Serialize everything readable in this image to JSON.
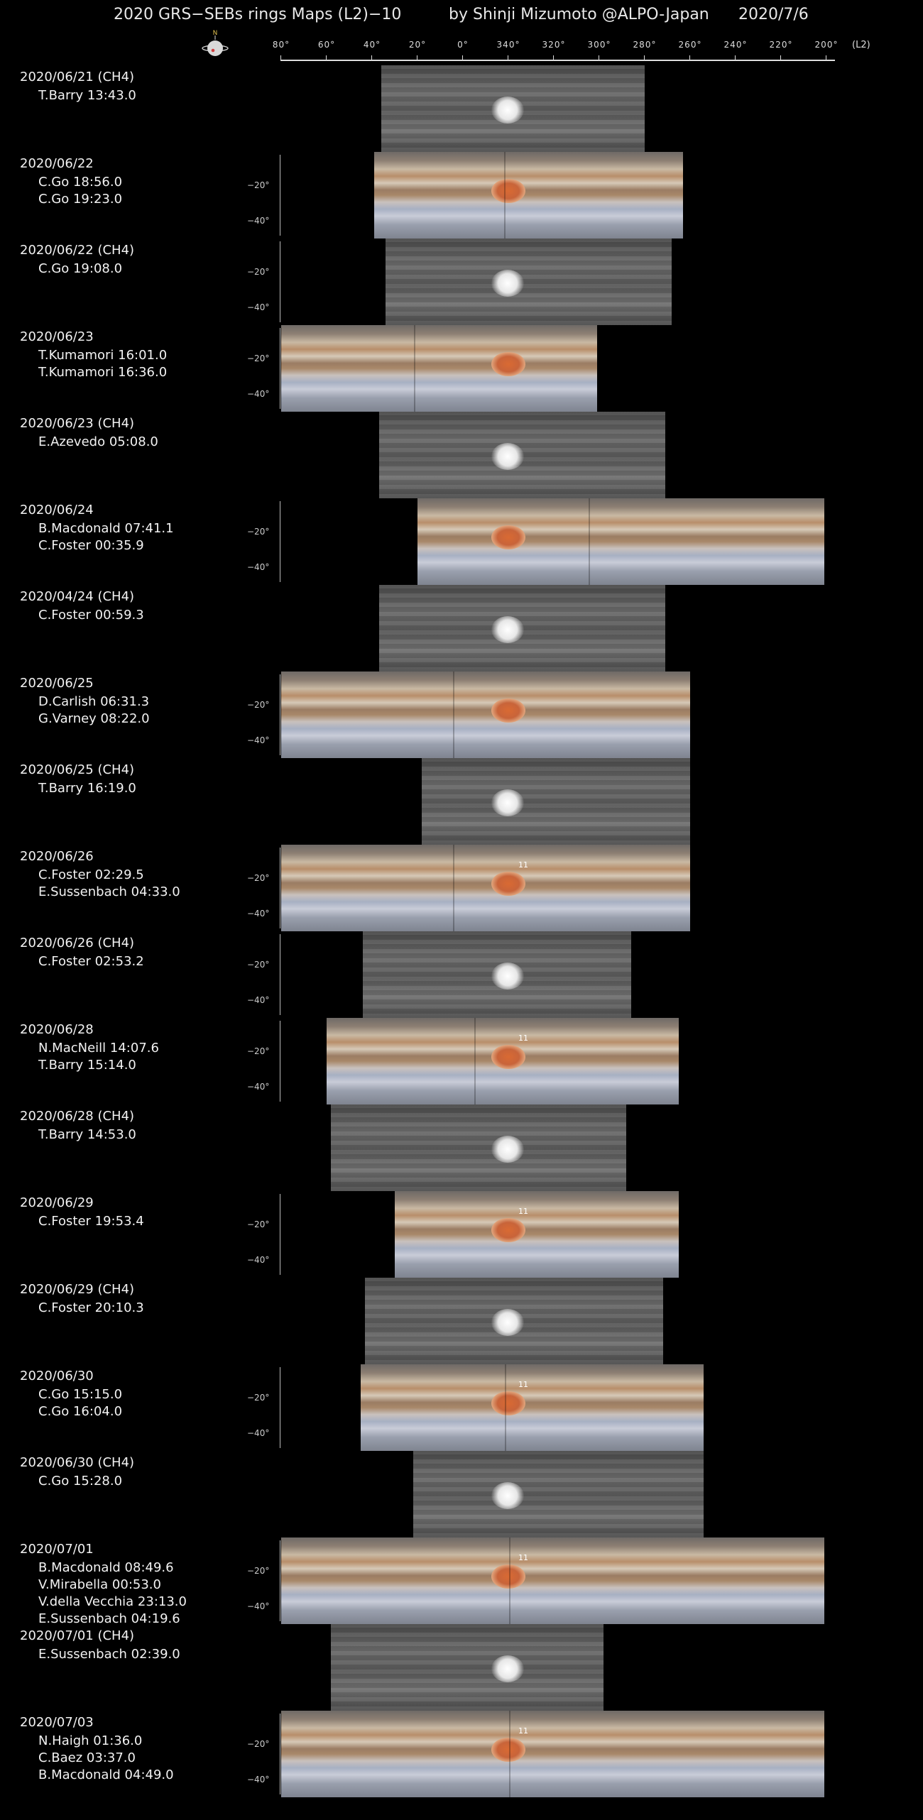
{
  "title": {
    "left": "2020 GRS−SEBs rings Maps (L2)−10",
    "center": "by Shinji Mizumoto @ALPO-Japan",
    "right": "2020/7/6"
  },
  "compass_label": "N",
  "axis": {
    "unit": "(L2)",
    "ticks": [
      "80°",
      "60°",
      "40°",
      "20°",
      "0°",
      "340°",
      "320°",
      "300°",
      "280°",
      "260°",
      "240°",
      "220°",
      "200°"
    ]
  },
  "lat_labels": [
    "−20°",
    "−40°"
  ],
  "rows": [
    {
      "date": "2020/06/21 (CH4)",
      "observers": [
        "T.Barry 13:43.0"
      ],
      "kind": "gray",
      "lon_start": 36,
      "lon_end": 280,
      "lat_axis": false
    },
    {
      "date": "2020/06/22",
      "observers": [
        "C.Go 18:56.0",
        "C.Go 19:23.0"
      ],
      "kind": "color",
      "lon_start": 39,
      "lon_end": 263,
      "lat_axis": true
    },
    {
      "date": "2020/06/22 (CH4)",
      "observers": [
        "C.Go 19:08.0"
      ],
      "kind": "gray",
      "lon_start": 34,
      "lon_end": 268,
      "lat_axis": true
    },
    {
      "date": "2020/06/23",
      "observers": [
        "T.Kumamori 16:01.0",
        "T.Kumamori 16:36.0"
      ],
      "kind": "color",
      "lon_start": 80,
      "lon_end": 301,
      "lat_axis": true
    },
    {
      "date": "2020/06/23 (CH4)",
      "observers": [
        "E.Azevedo 05:08.0"
      ],
      "kind": "gray",
      "lon_start": 37,
      "lon_end": 271,
      "lat_axis": false
    },
    {
      "date": "2020/06/24",
      "observers": [
        "B.Macdonald 07:41.1",
        "C.Foster 00:35.9"
      ],
      "kind": "color",
      "lon_start": 20,
      "lon_end": 201,
      "lat_axis": true
    },
    {
      "date": "2020/04/24 (CH4)",
      "observers": [
        "C.Foster 00:59.3"
      ],
      "kind": "gray",
      "lon_start": 37,
      "lon_end": 271,
      "lat_axis": false
    },
    {
      "date": "2020/06/25",
      "observers": [
        "D.Carlish 06:31.3",
        "G.Varney 08:22.0"
      ],
      "kind": "color",
      "lon_start": 80,
      "lon_end": 260,
      "lat_axis": true
    },
    {
      "date": "2020/06/25 (CH4)",
      "observers": [
        "T.Barry 16:19.0"
      ],
      "kind": "gray",
      "lon_start": 18,
      "lon_end": 260,
      "lat_axis": false
    },
    {
      "date": "2020/06/26",
      "observers": [
        "C.Foster 02:29.5",
        "E.Sussenbach 04:33.0"
      ],
      "kind": "color",
      "lon_start": 80,
      "lon_end": 260,
      "lat_axis": true
    },
    {
      "date": "2020/06/26 (CH4)",
      "observers": [
        "C.Foster 02:53.2"
      ],
      "kind": "gray",
      "lon_start": 44,
      "lon_end": 286,
      "lat_axis": true
    },
    {
      "date": "2020/06/28",
      "observers": [
        "N.MacNeill 14:07.6",
        "T.Barry 15:14.0"
      ],
      "kind": "color",
      "lon_start": 60,
      "lon_end": 265,
      "lat_axis": true
    },
    {
      "date": "2020/06/28 (CH4)",
      "observers": [
        "T.Barry 14:53.0"
      ],
      "kind": "gray",
      "lon_start": 58,
      "lon_end": 288,
      "lat_axis": false
    },
    {
      "date": "2020/06/29",
      "observers": [
        "C.Foster 19:53.4"
      ],
      "kind": "color",
      "lon_start": 30,
      "lon_end": 265,
      "lat_axis": true
    },
    {
      "date": "2020/06/29 (CH4)",
      "observers": [
        "C.Foster 20:10.3"
      ],
      "kind": "gray",
      "lon_start": 43,
      "lon_end": 272,
      "lat_axis": false
    },
    {
      "date": "2020/06/30",
      "observers": [
        "C.Go 15:15.0",
        "C.Go 16:04.0"
      ],
      "kind": "color",
      "lon_start": 45,
      "lon_end": 254,
      "lat_axis": true
    },
    {
      "date": "2020/06/30 (CH4)",
      "observers": [
        "C.Go 15:28.0"
      ],
      "kind": "gray",
      "lon_start": 22,
      "lon_end": 254,
      "lat_axis": false
    },
    {
      "date": "2020/07/01",
      "observers": [
        "B.Macdonald 08:49.6",
        "V.Mirabella 00:53.0",
        "V.della Vecchia 23:13.0",
        "E.Sussenbach 04:19.6"
      ],
      "kind": "color",
      "lon_start": 80,
      "lon_end": 201,
      "lat_axis": true
    },
    {
      "date": "2020/07/01 (CH4)",
      "observers": [
        "E.Sussenbach 02:39.0"
      ],
      "kind": "gray",
      "lon_start": 58,
      "lon_end": 298,
      "lat_axis": false
    },
    {
      "date": "2020/07/03",
      "observers": [
        "N.Haigh 01:36.0",
        "C.Baez 03:37.0",
        "B.Macdonald 04:49.0"
      ],
      "kind": "color",
      "lon_start": 80,
      "lon_end": 201,
      "lat_axis": true
    }
  ],
  "marker_label": "11"
}
